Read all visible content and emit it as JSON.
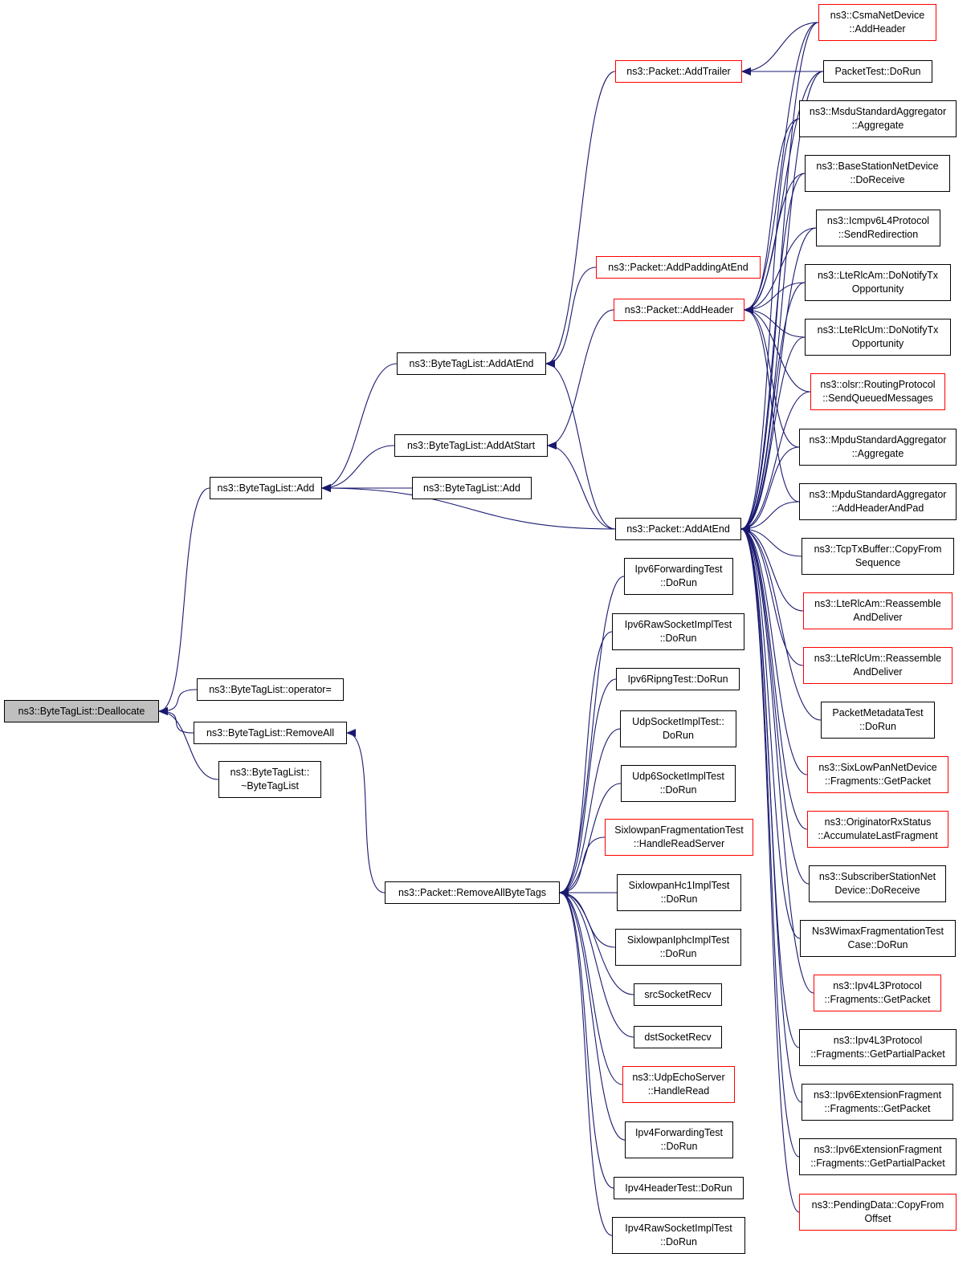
{
  "colors": {
    "edge": "#191970",
    "node_border": "#000000",
    "truncated_border": "#ff0000",
    "root_fill": "#bfbfbf"
  },
  "nodes": [
    {
      "id": "dealloc",
      "lines": [
        "ns3::ByteTagList::Deallocate"
      ],
      "style": "root"
    },
    {
      "id": "btl_add",
      "lines": [
        "ns3::ByteTagList::Add"
      ],
      "style": "normal"
    },
    {
      "id": "btl_opeq",
      "lines": [
        "ns3::ByteTagList::operator="
      ],
      "style": "normal"
    },
    {
      "id": "btl_removeall",
      "lines": [
        "ns3::ByteTagList::RemoveAll"
      ],
      "style": "normal"
    },
    {
      "id": "btl_dtor",
      "lines": [
        "ns3::ByteTagList::",
        "~ByteTagList"
      ],
      "style": "normal"
    },
    {
      "id": "btl_addatend",
      "lines": [
        "ns3::ByteTagList::AddAtEnd"
      ],
      "style": "normal"
    },
    {
      "id": "btl_addatstart",
      "lines": [
        "ns3::ByteTagList::AddAtStart"
      ],
      "style": "normal"
    },
    {
      "id": "btl_add2",
      "lines": [
        "ns3::ByteTagList::Add"
      ],
      "style": "normal"
    },
    {
      "id": "pkt_addtrailer",
      "lines": [
        "ns3::Packet::AddTrailer"
      ],
      "style": "truncated"
    },
    {
      "id": "pkt_addpadding",
      "lines": [
        "ns3::Packet::AddPaddingAtEnd"
      ],
      "style": "truncated"
    },
    {
      "id": "pkt_addheader",
      "lines": [
        "ns3::Packet::AddHeader"
      ],
      "style": "truncated"
    },
    {
      "id": "pkt_addatend",
      "lines": [
        "ns3::Packet::AddAtEnd"
      ],
      "style": "normal"
    },
    {
      "id": "pkt_removeallbt",
      "lines": [
        "ns3::Packet::RemoveAllByteTags"
      ],
      "style": "normal"
    },
    {
      "id": "csma_addheader",
      "lines": [
        "ns3::CsmaNetDevice",
        "::AddHeader"
      ],
      "style": "truncated"
    },
    {
      "id": "packettest",
      "lines": [
        "PacketTest::DoRun"
      ],
      "style": "normal"
    },
    {
      "id": "msdu_agg",
      "lines": [
        "ns3::MsduStandardAggregator",
        "::Aggregate"
      ],
      "style": "normal"
    },
    {
      "id": "bsnd_recv",
      "lines": [
        "ns3::BaseStationNetDevice",
        "::DoReceive"
      ],
      "style": "normal"
    },
    {
      "id": "icmp_redirect",
      "lines": [
        "ns3::Icmpv6L4Protocol",
        "::SendRedirection"
      ],
      "style": "normal"
    },
    {
      "id": "rlcam_notify",
      "lines": [
        "ns3::LteRlcAm::DoNotifyTx",
        "Opportunity"
      ],
      "style": "normal"
    },
    {
      "id": "rlcum_notify",
      "lines": [
        "ns3::LteRlcUm::DoNotifyTx",
        "Opportunity"
      ],
      "style": "normal"
    },
    {
      "id": "olsr_send",
      "lines": [
        "ns3::olsr::RoutingProtocol",
        "::SendQueuedMessages"
      ],
      "style": "truncated"
    },
    {
      "id": "mpdu_agg",
      "lines": [
        "ns3::MpduStandardAggregator",
        "::Aggregate"
      ],
      "style": "normal"
    },
    {
      "id": "mpdu_addpad",
      "lines": [
        "ns3::MpduStandardAggregator",
        "::AddHeaderAndPad"
      ],
      "style": "normal"
    },
    {
      "id": "tcptx_copy",
      "lines": [
        "ns3::TcpTxBuffer::CopyFrom",
        "Sequence"
      ],
      "style": "normal"
    },
    {
      "id": "rlcam_reasm",
      "lines": [
        "ns3::LteRlcAm::Reassemble",
        "AndDeliver"
      ],
      "style": "truncated"
    },
    {
      "id": "rlcum_reasm",
      "lines": [
        "ns3::LteRlcUm::Reassemble",
        "AndDeliver"
      ],
      "style": "truncated"
    },
    {
      "id": "pktmeta",
      "lines": [
        "PacketMetadataTest",
        "::DoRun"
      ],
      "style": "normal"
    },
    {
      "id": "sixlow_frag",
      "lines": [
        "ns3::SixLowPanNetDevice",
        "::Fragments::GetPacket"
      ],
      "style": "truncated"
    },
    {
      "id": "orig_rx",
      "lines": [
        "ns3::OriginatorRxStatus",
        "::AccumulateLastFragment"
      ],
      "style": "truncated"
    },
    {
      "id": "ssnd_recv",
      "lines": [
        "ns3::SubscriberStationNet",
        "Device::DoReceive"
      ],
      "style": "normal"
    },
    {
      "id": "wimax_frag",
      "lines": [
        "Ns3WimaxFragmentationTest",
        "Case::DoRun"
      ],
      "style": "normal"
    },
    {
      "id": "ipv4l3_getpkt",
      "lines": [
        "ns3::Ipv4L3Protocol",
        "::Fragments::GetPacket"
      ],
      "style": "truncated"
    },
    {
      "id": "ipv4l3_partial",
      "lines": [
        "ns3::Ipv4L3Protocol",
        "::Fragments::GetPartialPacket"
      ],
      "style": "normal"
    },
    {
      "id": "ipv6ext_getpkt",
      "lines": [
        "ns3::Ipv6ExtensionFragment",
        "::Fragments::GetPacket"
      ],
      "style": "normal"
    },
    {
      "id": "ipv6ext_partial",
      "lines": [
        "ns3::Ipv6ExtensionFragment",
        "::Fragments::GetPartialPacket"
      ],
      "style": "normal"
    },
    {
      "id": "pending_copy",
      "lines": [
        "ns3::PendingData::CopyFrom",
        "Offset"
      ],
      "style": "truncated"
    },
    {
      "id": "ipv6fwd",
      "lines": [
        "Ipv6ForwardingTest",
        "::DoRun"
      ],
      "style": "normal"
    },
    {
      "id": "ipv6raw",
      "lines": [
        "Ipv6RawSocketImplTest",
        "::DoRun"
      ],
      "style": "normal"
    },
    {
      "id": "ipv6ripng",
      "lines": [
        "Ipv6RipngTest::DoRun"
      ],
      "style": "normal"
    },
    {
      "id": "udpsock",
      "lines": [
        "UdpSocketImplTest::",
        "DoRun"
      ],
      "style": "normal"
    },
    {
      "id": "udp6sock",
      "lines": [
        "Udp6SocketImplTest",
        "::DoRun"
      ],
      "style": "normal"
    },
    {
      "id": "sixfrag_handle",
      "lines": [
        "SixlowpanFragmentationTest",
        "::HandleReadServer"
      ],
      "style": "truncated"
    },
    {
      "id": "sixhc1",
      "lines": [
        "SixlowpanHc1ImplTest",
        "::DoRun"
      ],
      "style": "normal"
    },
    {
      "id": "sixiphc",
      "lines": [
        "SixlowpanIphcImplTest",
        "::DoRun"
      ],
      "style": "normal"
    },
    {
      "id": "srcsock",
      "lines": [
        "srcSocketRecv"
      ],
      "style": "normal"
    },
    {
      "id": "dstsock",
      "lines": [
        "dstSocketRecv"
      ],
      "style": "normal"
    },
    {
      "id": "udpecho",
      "lines": [
        "ns3::UdpEchoServer",
        "::HandleRead"
      ],
      "style": "truncated"
    },
    {
      "id": "ipv4fwd",
      "lines": [
        "Ipv4ForwardingTest",
        "::DoRun"
      ],
      "style": "normal"
    },
    {
      "id": "ipv4hdr",
      "lines": [
        "Ipv4HeaderTest::DoRun"
      ],
      "style": "normal"
    },
    {
      "id": "ipv4raw",
      "lines": [
        "Ipv4RawSocketImplTest",
        "::DoRun"
      ],
      "style": "normal"
    }
  ],
  "edges": [
    [
      "btl_add",
      "dealloc"
    ],
    [
      "btl_opeq",
      "dealloc"
    ],
    [
      "btl_removeall",
      "dealloc"
    ],
    [
      "btl_dtor",
      "dealloc"
    ],
    [
      "btl_addatend",
      "btl_add"
    ],
    [
      "btl_addatstart",
      "btl_add"
    ],
    [
      "btl_add2",
      "btl_add"
    ],
    [
      "pkt_addatend",
      "btl_add"
    ],
    [
      "pkt_addtrailer",
      "btl_addatend"
    ],
    [
      "pkt_addpadding",
      "btl_addatend"
    ],
    [
      "pkt_addatend",
      "btl_addatend"
    ],
    [
      "pkt_addheader",
      "btl_addatstart"
    ],
    [
      "pkt_addatend",
      "btl_addatstart"
    ],
    [
      "pkt_removeallbt",
      "btl_removeall"
    ],
    [
      "csma_addheader",
      "pkt_addtrailer"
    ],
    [
      "packettest",
      "pkt_addtrailer"
    ],
    [
      "csma_addheader",
      "pkt_addheader"
    ],
    [
      "packettest",
      "pkt_addheader"
    ],
    [
      "msdu_agg",
      "pkt_addheader"
    ],
    [
      "bsnd_recv",
      "pkt_addheader"
    ],
    [
      "icmp_redirect",
      "pkt_addheader"
    ],
    [
      "rlcam_notify",
      "pkt_addheader"
    ],
    [
      "rlcum_notify",
      "pkt_addheader"
    ],
    [
      "olsr_send",
      "pkt_addheader"
    ],
    [
      "mpdu_agg",
      "pkt_addheader"
    ],
    [
      "mpdu_addpad",
      "pkt_addheader"
    ],
    [
      "csma_addheader",
      "pkt_addatend"
    ],
    [
      "packettest",
      "pkt_addatend"
    ],
    [
      "msdu_agg",
      "pkt_addatend"
    ],
    [
      "bsnd_recv",
      "pkt_addatend"
    ],
    [
      "icmp_redirect",
      "pkt_addatend"
    ],
    [
      "rlcam_notify",
      "pkt_addatend"
    ],
    [
      "rlcum_notify",
      "pkt_addatend"
    ],
    [
      "olsr_send",
      "pkt_addatend"
    ],
    [
      "mpdu_agg",
      "pkt_addatend"
    ],
    [
      "mpdu_addpad",
      "pkt_addatend"
    ],
    [
      "tcptx_copy",
      "pkt_addatend"
    ],
    [
      "rlcam_reasm",
      "pkt_addatend"
    ],
    [
      "rlcum_reasm",
      "pkt_addatend"
    ],
    [
      "pktmeta",
      "pkt_addatend"
    ],
    [
      "sixlow_frag",
      "pkt_addatend"
    ],
    [
      "orig_rx",
      "pkt_addatend"
    ],
    [
      "ssnd_recv",
      "pkt_addatend"
    ],
    [
      "wimax_frag",
      "pkt_addatend"
    ],
    [
      "ipv4l3_getpkt",
      "pkt_addatend"
    ],
    [
      "ipv4l3_partial",
      "pkt_addatend"
    ],
    [
      "ipv6ext_getpkt",
      "pkt_addatend"
    ],
    [
      "ipv6ext_partial",
      "pkt_addatend"
    ],
    [
      "pending_copy",
      "pkt_addatend"
    ],
    [
      "ipv6fwd",
      "pkt_removeallbt"
    ],
    [
      "ipv6raw",
      "pkt_removeallbt"
    ],
    [
      "ipv6ripng",
      "pkt_removeallbt"
    ],
    [
      "udpsock",
      "pkt_removeallbt"
    ],
    [
      "udp6sock",
      "pkt_removeallbt"
    ],
    [
      "sixfrag_handle",
      "pkt_removeallbt"
    ],
    [
      "sixhc1",
      "pkt_removeallbt"
    ],
    [
      "sixiphc",
      "pkt_removeallbt"
    ],
    [
      "srcsock",
      "pkt_removeallbt"
    ],
    [
      "dstsock",
      "pkt_removeallbt"
    ],
    [
      "udpecho",
      "pkt_removeallbt"
    ],
    [
      "ipv4fwd",
      "pkt_removeallbt"
    ],
    [
      "ipv4hdr",
      "pkt_removeallbt"
    ],
    [
      "ipv4raw",
      "pkt_removeallbt"
    ]
  ]
}
